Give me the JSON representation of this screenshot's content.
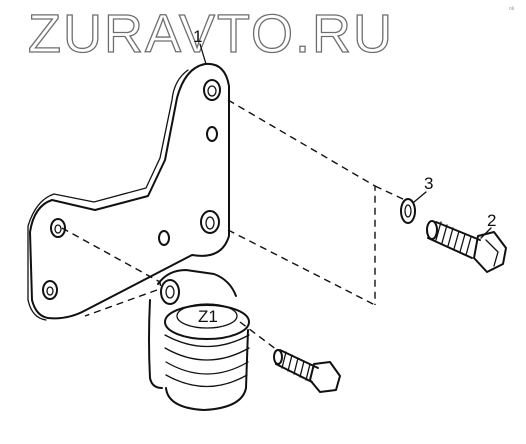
{
  "watermark": {
    "text": "ZURAVTO.RU"
  },
  "corner_mark": {
    "text": "ok"
  },
  "callouts": [
    {
      "number": "1",
      "part": "bracket"
    },
    {
      "number": "2",
      "part": "bolt"
    },
    {
      "number": "3",
      "part": "washer"
    }
  ],
  "bushing_mark": {
    "text": "Z1"
  },
  "colors": {
    "line": "#111111",
    "watermark_outline": "#6e6e6e",
    "background": "#ffffff"
  }
}
